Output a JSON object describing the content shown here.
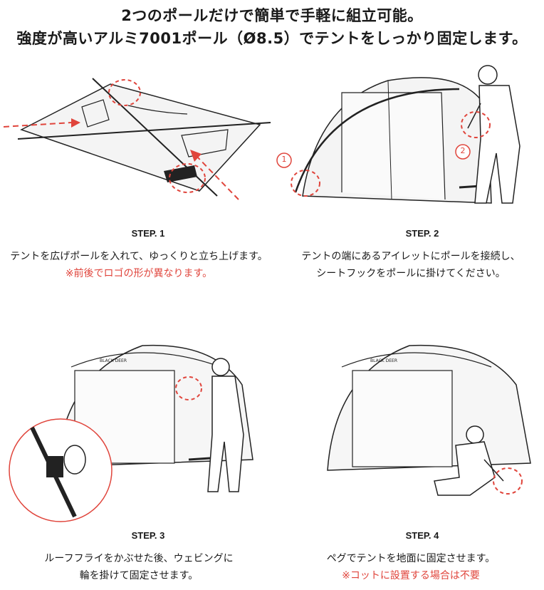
{
  "title": {
    "line1": "2つのポールだけで簡単で手軽に組立可能。",
    "line2": "強度が高いアルミ7001ポール（Ø8.5）でテントをしっかり固定します。"
  },
  "steps": [
    {
      "label": "STEP. 1",
      "line1": "テントを広げポールを入れて、ゆっくりと立ち上げます。",
      "note": "※前後でロゴの形が異なります。"
    },
    {
      "label": "STEP. 2",
      "line1": "テントの端にあるアイレットにポールを接続し、",
      "line2": "シートフックをポールに掛けてください。"
    },
    {
      "label": "STEP. 3",
      "line1": "ルーフフライをかぶせた後、ウェビングに",
      "line2": "輪を掛けて固定させます。"
    },
    {
      "label": "STEP. 4",
      "line1": "ペグでテントを地面に固定させます。",
      "note": "※コットに設置する場合は不要"
    }
  ],
  "markers": {
    "m1": "1",
    "m2": "2"
  },
  "logo_text": "BLACK DEER",
  "colors": {
    "accent": "#e0453c",
    "line": "#222222",
    "fill": "#f3f3f3"
  }
}
